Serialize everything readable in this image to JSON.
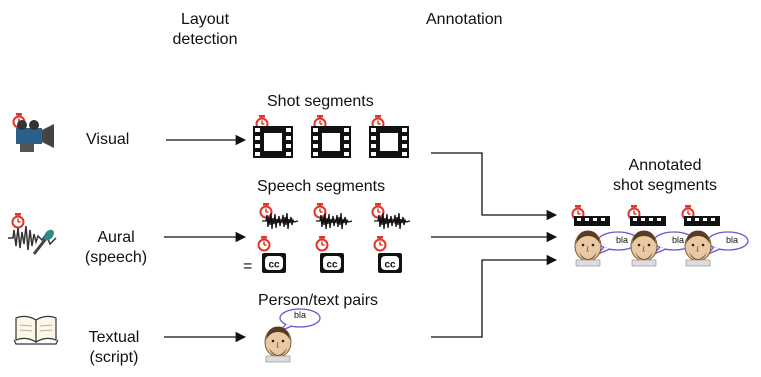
{
  "headers": {
    "layout_detection": "Layout\ndetection",
    "annotation": "Annotation"
  },
  "inputs": {
    "visual": "Visual",
    "aural": "Aural\n(speech)",
    "textual": "Textual\n(script)"
  },
  "segments": {
    "shot": "Shot segments",
    "speech": "Speech segments",
    "person_text": "Person/text pairs",
    "annotated": "Annotated\nshot segments",
    "equals": "="
  },
  "bubble_text": "bla",
  "colors": {
    "clock": "#e0352b",
    "bubble_stroke": "#6a5acd",
    "ink": "#111111"
  }
}
